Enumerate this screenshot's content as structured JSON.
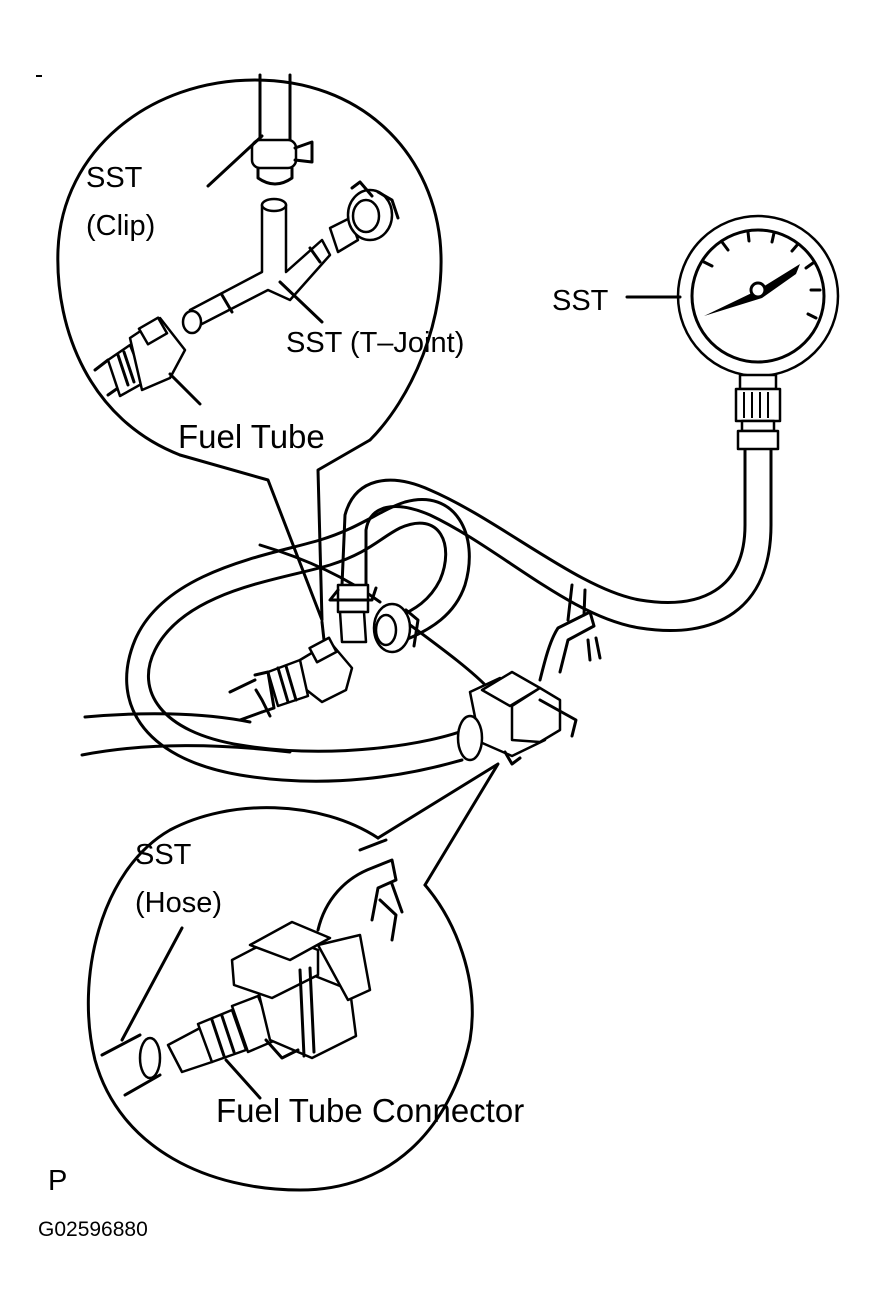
{
  "labels": {
    "sst_clip_line1": "SST",
    "sst_clip_line2": "(Clip)",
    "sst_tjoint": "SST (T–Joint)",
    "fuel_tube": "Fuel Tube",
    "sst_gauge": "SST",
    "sst_hose_line1": "SST",
    "sst_hose_line2": "(Hose)",
    "fuel_tube_connector": "Fuel Tube Connector",
    "corner_mark": "P",
    "figure_id": "G02596880"
  }
}
